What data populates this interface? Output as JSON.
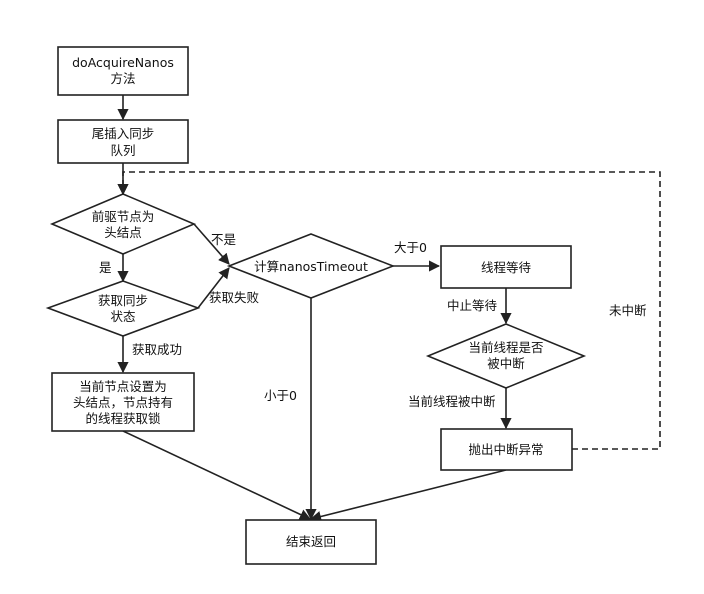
{
  "nodes": {
    "start": [
      "doAcquireNanos",
      "方法"
    ],
    "enqueue": [
      "尾插入同步",
      "队列"
    ],
    "is_head": [
      "前驱节点为",
      "头结点"
    ],
    "try_acquire": [
      "获取同步",
      "状态"
    ],
    "set_head": [
      "当前节点设置为",
      "头结点，节点持有",
      "的线程获取锁"
    ],
    "calc_timeout": [
      "计算nanosTimeout"
    ],
    "wait": [
      "线程等待"
    ],
    "interrupted": [
      "当前线程是否",
      "被中断"
    ],
    "throw": [
      "抛出中断异常"
    ],
    "end": [
      "结束返回"
    ]
  },
  "edge_labels": {
    "not_head": "不是",
    "is_head": "是",
    "acquire_fail": "获取失败",
    "acquire_success": "获取成功",
    "greater_than_zero": "大于0",
    "less_than_zero": "小于0",
    "wait_stopped": "中止等待",
    "thread_interrupted": "当前线程被中断",
    "not_interrupted": "未中断"
  }
}
